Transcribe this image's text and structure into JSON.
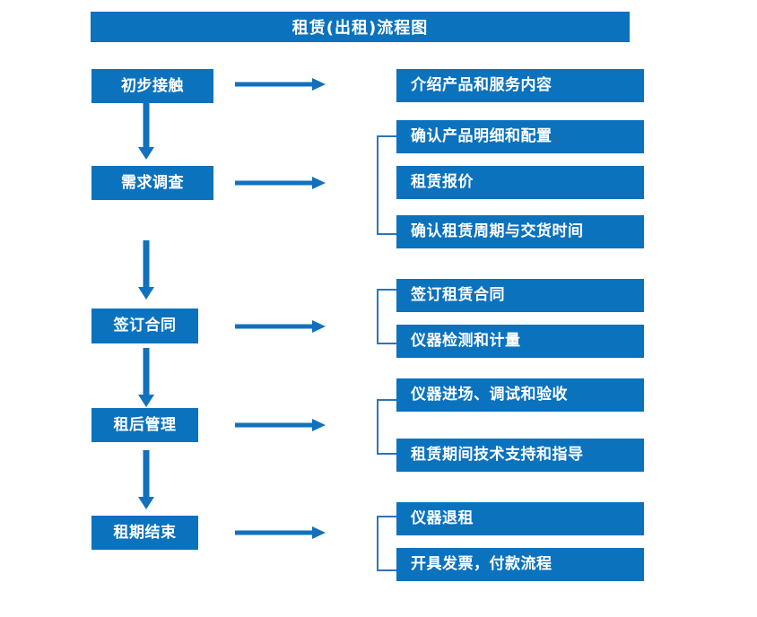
{
  "title": "租赁(出租)流程图",
  "colors": {
    "box_fill": "#0B72BE",
    "box_text": "#FFFFFF",
    "arrow": "#1271BC",
    "bracket": "#2E75B6",
    "background": "#FFFFFF"
  },
  "stages": [
    {
      "label": "初步接触"
    },
    {
      "label": "需求调查"
    },
    {
      "label": "签订合同"
    },
    {
      "label": "租后管理"
    },
    {
      "label": "租期结束"
    }
  ],
  "details": [
    {
      "label": "介绍产品和服务内容"
    },
    {
      "label": "确认产品明细和配置"
    },
    {
      "label": "租赁报价"
    },
    {
      "label": "确认租赁周期与交货时间"
    },
    {
      "label": "签订租赁合同"
    },
    {
      "label": "仪器检测和计量"
    },
    {
      "label": "仪器进场、调试和验收"
    },
    {
      "label": "租赁期间技术支持和指导"
    },
    {
      "label": "仪器退租"
    },
    {
      "label": "开具发票，付款流程"
    }
  ],
  "connectors": {
    "horizontal_arrow_count": 5,
    "vertical_arrow_count": 4,
    "bracket_count": 4
  }
}
